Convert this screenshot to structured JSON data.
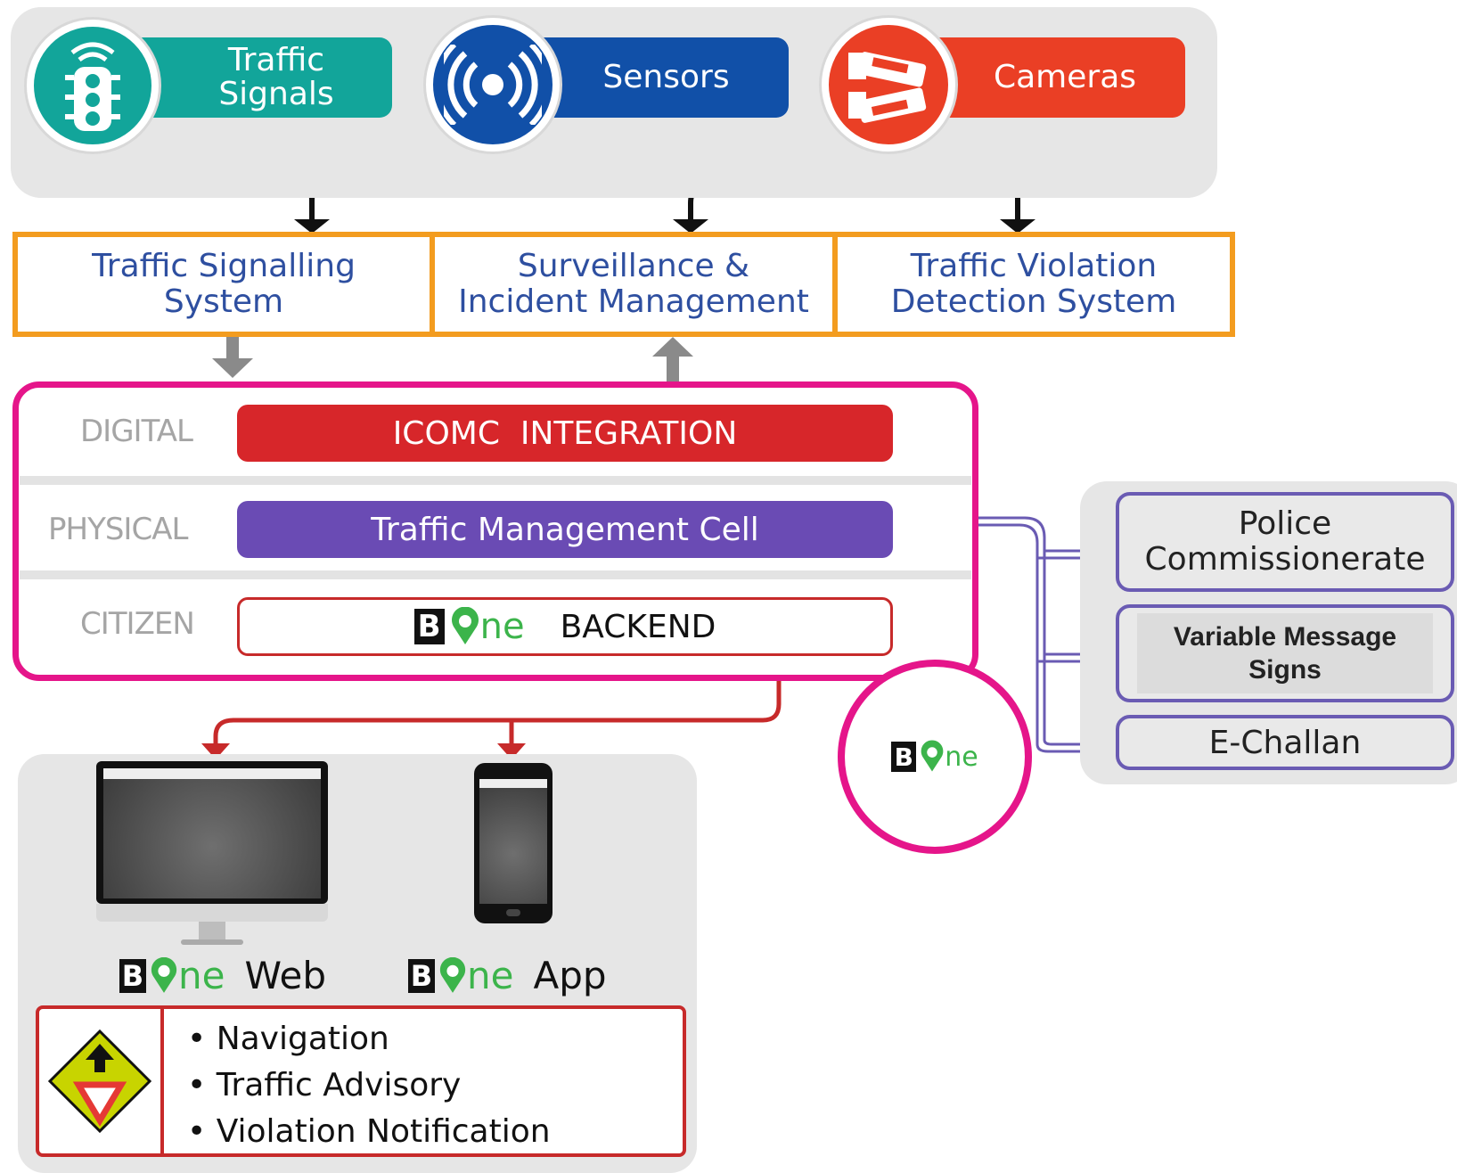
{
  "sources": {
    "traffic_signals": {
      "label_line1": "Traffic",
      "label_line2": "Signals",
      "color": "#12a59a"
    },
    "sensors": {
      "label": "Sensors",
      "color": "#1150a8"
    },
    "cameras": {
      "label": "Cameras",
      "color": "#ea3f25"
    }
  },
  "systems": {
    "tss": {
      "line1": "Traffic Signalling",
      "line2": "System"
    },
    "sim": {
      "line1": "Surveillance &",
      "line2": "Incident Management"
    },
    "tvds": {
      "line1": "Traffic Violation",
      "line2": "Detection System"
    }
  },
  "layers": {
    "digital": {
      "label": "DIGITAL",
      "bar": "ICOMC  INTEGRATION",
      "color": "#d7262a"
    },
    "physical": {
      "label": "PHYSICAL",
      "bar": "Traffic Management Cell",
      "color": "#6a4bb4"
    },
    "citizen": {
      "label": "CITIZEN",
      "bar": "BACKEND"
    }
  },
  "brand": {
    "b": "B",
    "ne": "ne",
    "accent": "#3cb44b"
  },
  "outputs": {
    "police": {
      "line1": "Police",
      "line2": "Commissionerate"
    },
    "vms": {
      "line1": "Variable Message",
      "line2": "Signs"
    },
    "echallan": {
      "label": "E-Challan"
    }
  },
  "channels": {
    "web": {
      "label": "Web"
    },
    "app": {
      "label": "App"
    }
  },
  "features": [
    "Navigation",
    "Traffic Advisory",
    "Violation Notification"
  ],
  "colors": {
    "magenta": "#e5158a",
    "orange": "#f39c1f",
    "purple": "#6a5bb3",
    "red": "#c72a2a"
  }
}
